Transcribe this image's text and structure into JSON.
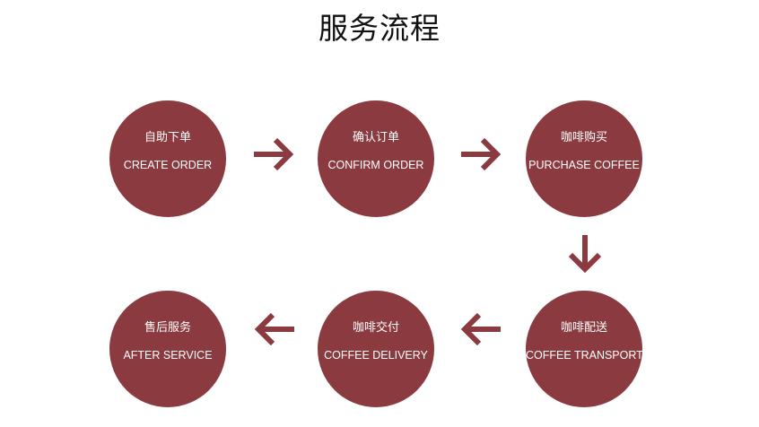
{
  "title": "服务流程",
  "colors": {
    "circle": "#8b3a3f",
    "arrow": "#8b3a3f",
    "circle_text": "#ffffff",
    "title": "#111111"
  },
  "steps": [
    {
      "cn": "自助下单",
      "en": "CREATE ORDER"
    },
    {
      "cn": "确认订单",
      "en": "CONFIRM ORDER"
    },
    {
      "cn": "咖啡购买",
      "en": "PURCHASE COFFEE"
    },
    {
      "cn": "咖啡配送",
      "en": "COFFEE TRANSPORT"
    },
    {
      "cn": "咖啡交付",
      "en": "COFFEE DELIVERY"
    },
    {
      "cn": "售后服务",
      "en": "AFTER SERVICE"
    }
  ],
  "arrows": [
    {
      "direction": "right",
      "icon": "arrow-right-icon"
    },
    {
      "direction": "right",
      "icon": "arrow-right-icon"
    },
    {
      "direction": "down",
      "icon": "arrow-down-icon"
    },
    {
      "direction": "left",
      "icon": "arrow-left-icon"
    },
    {
      "direction": "left",
      "icon": "arrow-left-icon"
    }
  ]
}
